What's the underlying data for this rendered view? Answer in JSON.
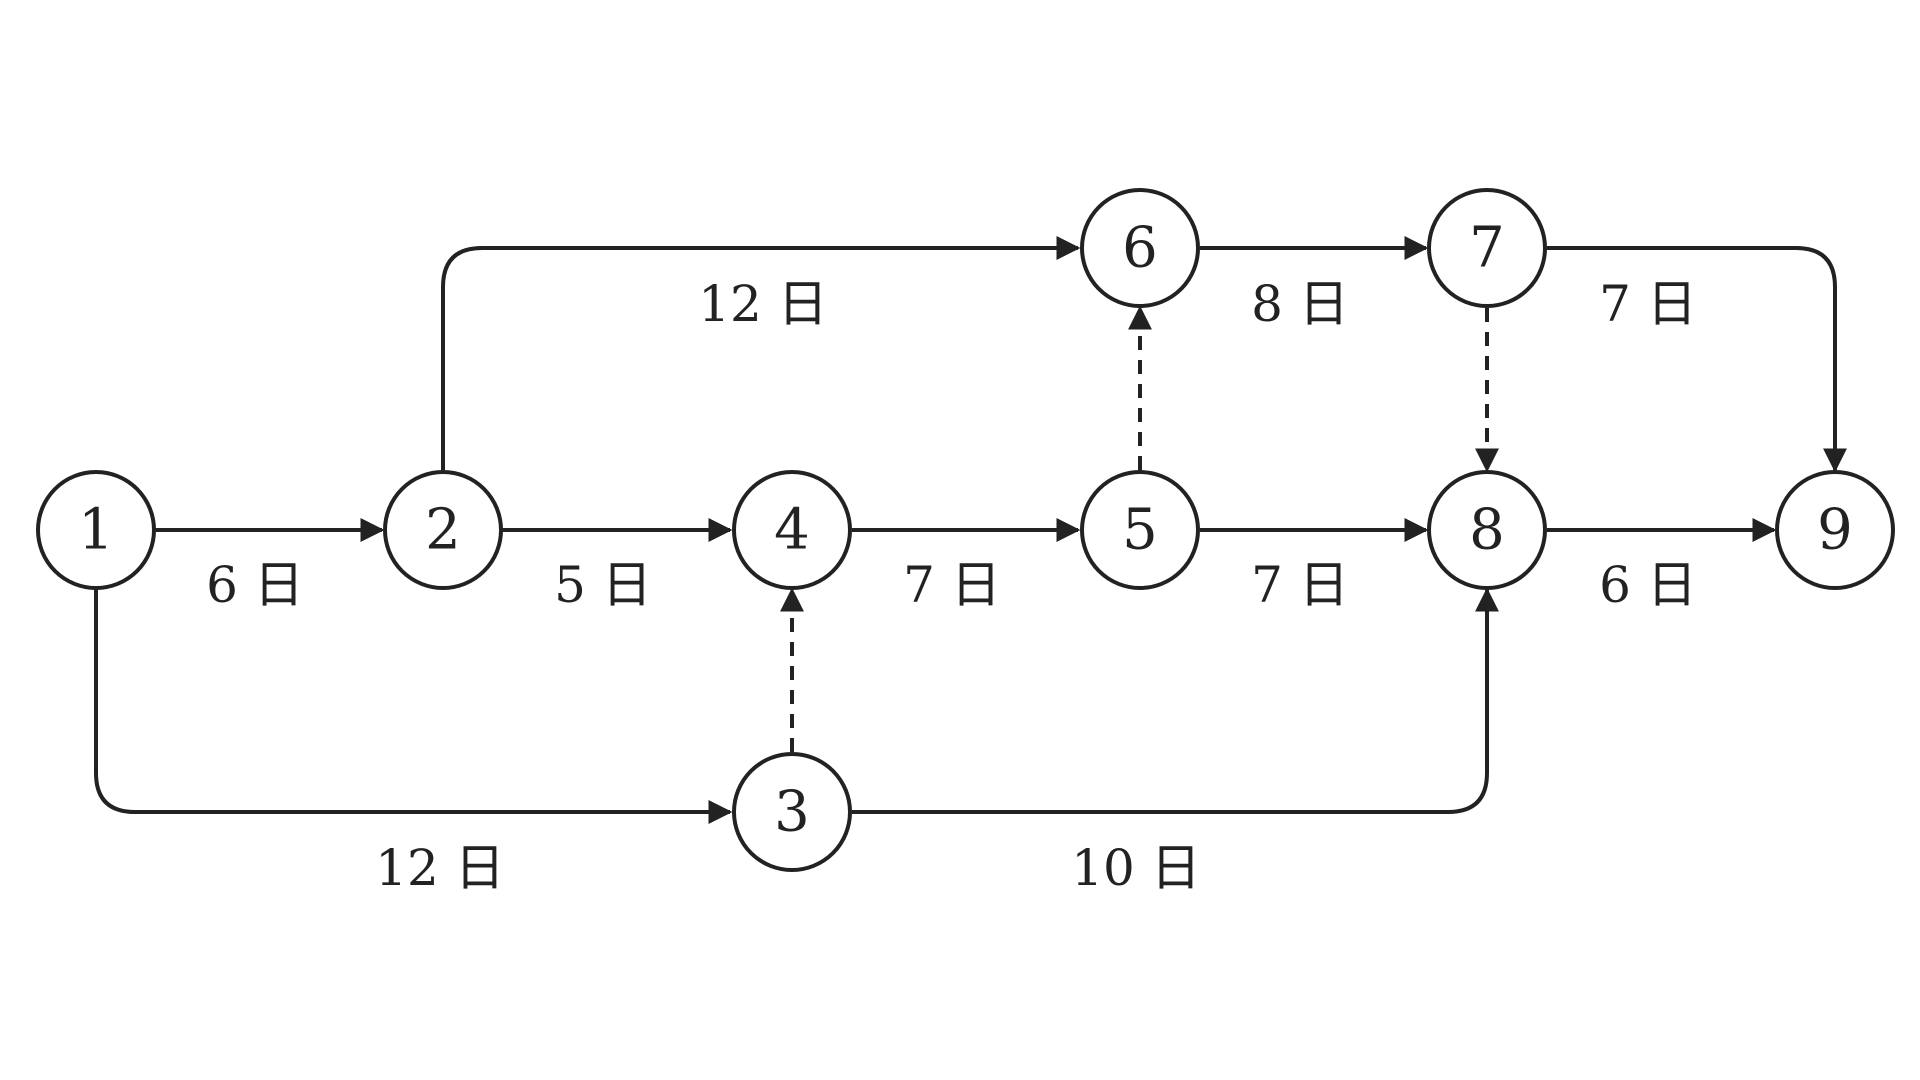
{
  "nodes": [
    {
      "id": "1",
      "label": "1"
    },
    {
      "id": "2",
      "label": "2"
    },
    {
      "id": "3",
      "label": "3"
    },
    {
      "id": "4",
      "label": "4"
    },
    {
      "id": "5",
      "label": "5"
    },
    {
      "id": "6",
      "label": "6"
    },
    {
      "id": "7",
      "label": "7"
    },
    {
      "id": "8",
      "label": "8"
    },
    {
      "id": "9",
      "label": "9"
    }
  ],
  "edges": [
    {
      "from": "1",
      "to": "2",
      "label": "6 日",
      "dashed": false
    },
    {
      "from": "1",
      "to": "3",
      "label": "12 日",
      "dashed": false
    },
    {
      "from": "2",
      "to": "4",
      "label": "5 日",
      "dashed": false
    },
    {
      "from": "2",
      "to": "6",
      "label": "12 日",
      "dashed": false
    },
    {
      "from": "3",
      "to": "4",
      "label": "",
      "dashed": true
    },
    {
      "from": "3",
      "to": "8",
      "label": "10 日",
      "dashed": false
    },
    {
      "from": "4",
      "to": "5",
      "label": "7 日",
      "dashed": false
    },
    {
      "from": "5",
      "to": "6",
      "label": "",
      "dashed": true
    },
    {
      "from": "5",
      "to": "8",
      "label": "7 日",
      "dashed": false
    },
    {
      "from": "6",
      "to": "7",
      "label": "8 日",
      "dashed": false
    },
    {
      "from": "7",
      "to": "8",
      "label": "",
      "dashed": true
    },
    {
      "from": "7",
      "to": "9",
      "label": "7 日",
      "dashed": false
    },
    {
      "from": "8",
      "to": "9",
      "label": "6 日",
      "dashed": false
    }
  ]
}
